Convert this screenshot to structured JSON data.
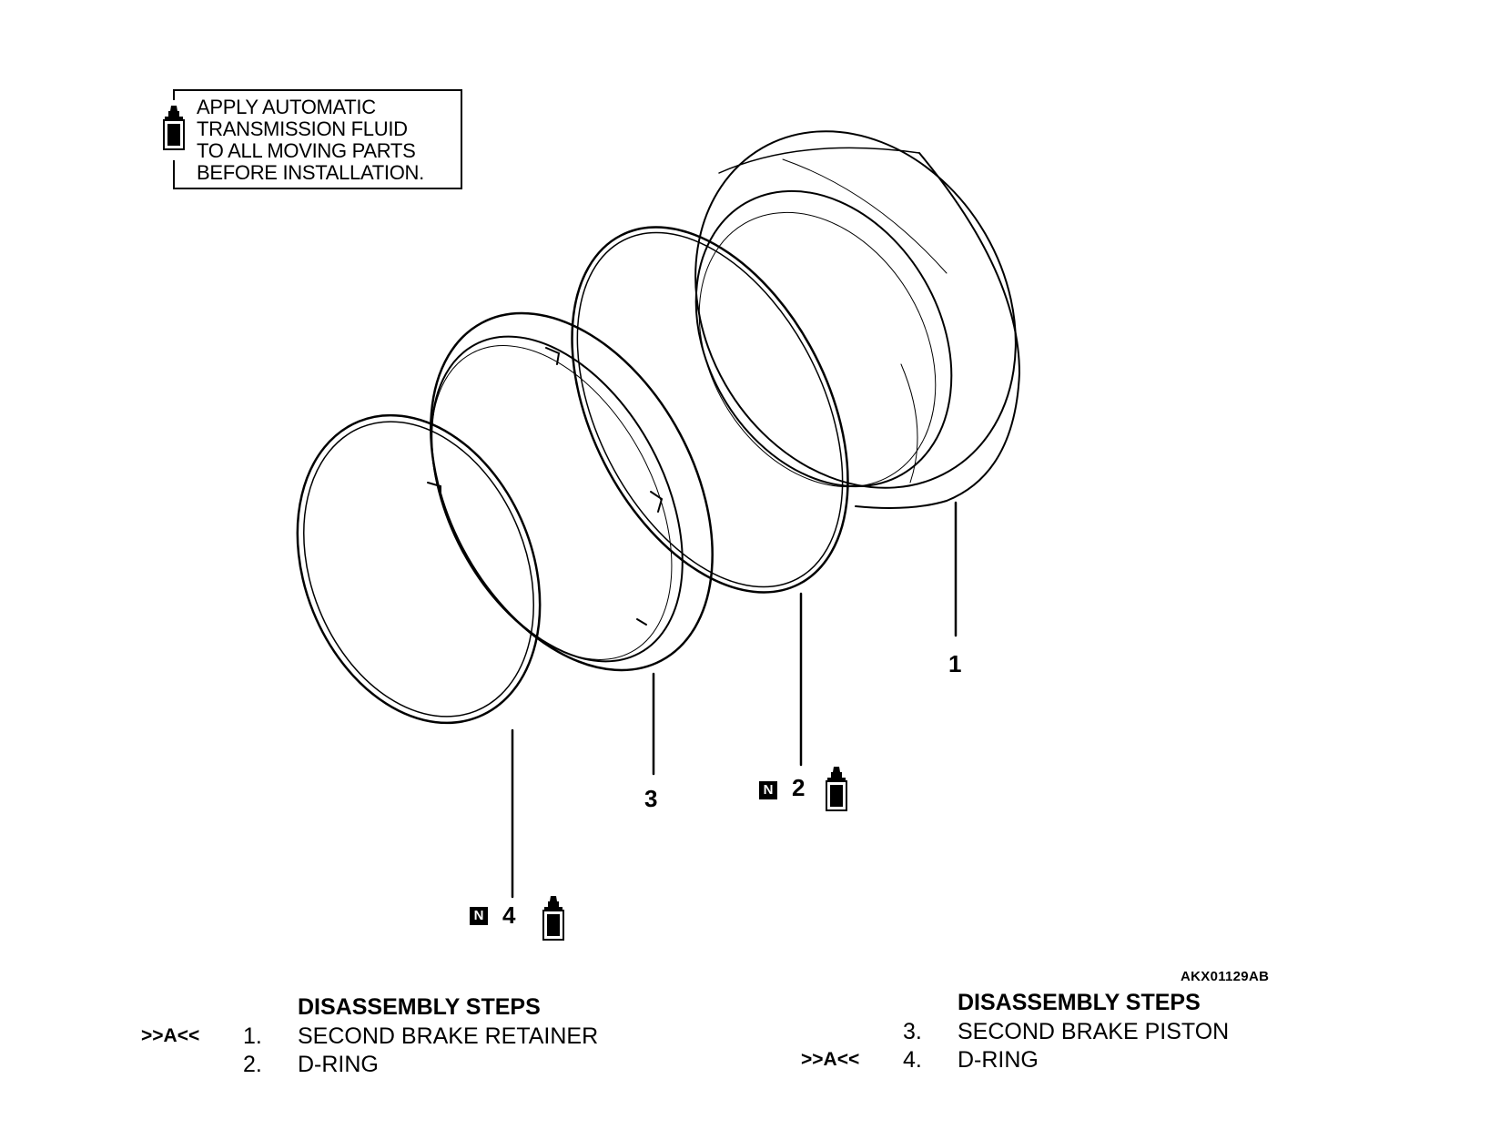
{
  "note": {
    "lines": [
      "APPLY AUTOMATIC",
      "TRANSMISSION FLUID",
      "TO ALL MOVING PARTS",
      "BEFORE INSTALLATION."
    ],
    "icon": "fluid-bottle-icon"
  },
  "callouts": {
    "part1": "1",
    "part2": "2",
    "part3": "3",
    "part4": "4",
    "new_part_badge": "N"
  },
  "figure_code": "AKX01129AB",
  "steps_left": {
    "heading": "DISASSEMBLY STEPS",
    "items": [
      {
        "ref": ">>A<<",
        "num": "1.",
        "label": "SECOND BRAKE RETAINER"
      },
      {
        "ref": "",
        "num": "2.",
        "label": "D-RING"
      }
    ]
  },
  "steps_right": {
    "heading": "DISASSEMBLY STEPS",
    "items": [
      {
        "ref": "",
        "num": "3.",
        "label": "SECOND BRAKE PISTON"
      },
      {
        "ref": ">>A<<",
        "num": "4.",
        "label": "D-RING"
      }
    ]
  }
}
